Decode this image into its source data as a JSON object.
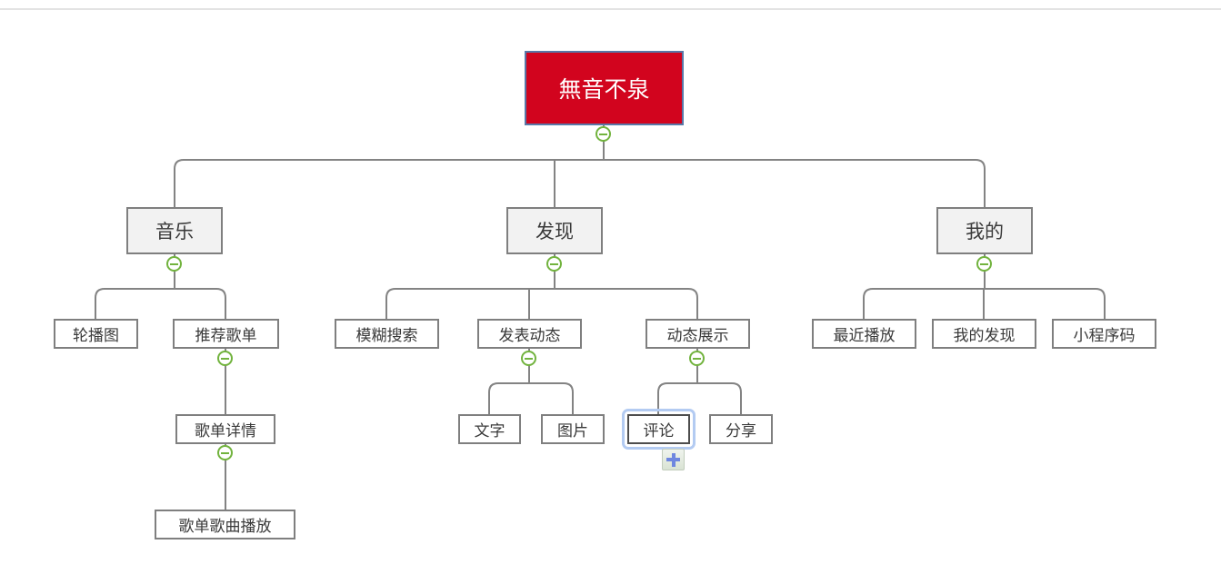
{
  "app": {
    "view": "mind-map-canvas"
  },
  "colors": {
    "background": "#ffffff",
    "top_divider": "#e3e3e3",
    "connector_line": "#838383",
    "root_fill": "#d2041e",
    "root_border": "#5878a8",
    "root_text": "#ffffff",
    "branch_fill": "#f2f2f2",
    "leaf_fill": "#ffffff",
    "node_border": "#7f7f7f",
    "node_text": "#3a3a3a",
    "collapse_green": "#72b33e",
    "selection_outline": "#b3cbf2",
    "add_button_plus": "#6f87e0",
    "add_button_fill": "#e4ecdf"
  },
  "icons": {
    "collapse": "minus-circle",
    "add": "plus"
  },
  "mindmap": {
    "root": {
      "label": "無音不泉",
      "children": [
        {
          "label": "音乐",
          "children": [
            {
              "label": "轮播图"
            },
            {
              "label": "推荐歌单",
              "children": [
                {
                  "label": "歌单详情",
                  "children": [
                    {
                      "label": "歌单歌曲播放"
                    }
                  ]
                }
              ]
            }
          ]
        },
        {
          "label": "发现",
          "children": [
            {
              "label": "模糊搜索"
            },
            {
              "label": "发表动态",
              "children": [
                {
                  "label": "文字"
                },
                {
                  "label": "图片"
                }
              ]
            },
            {
              "label": "动态展示",
              "children": [
                {
                  "label": "评论",
                  "selected": true
                },
                {
                  "label": "分享"
                }
              ]
            }
          ]
        },
        {
          "label": "我的",
          "children": [
            {
              "label": "最近播放"
            },
            {
              "label": "我的发现"
            },
            {
              "label": "小程序码"
            }
          ]
        }
      ]
    },
    "selected_node": "评论"
  }
}
